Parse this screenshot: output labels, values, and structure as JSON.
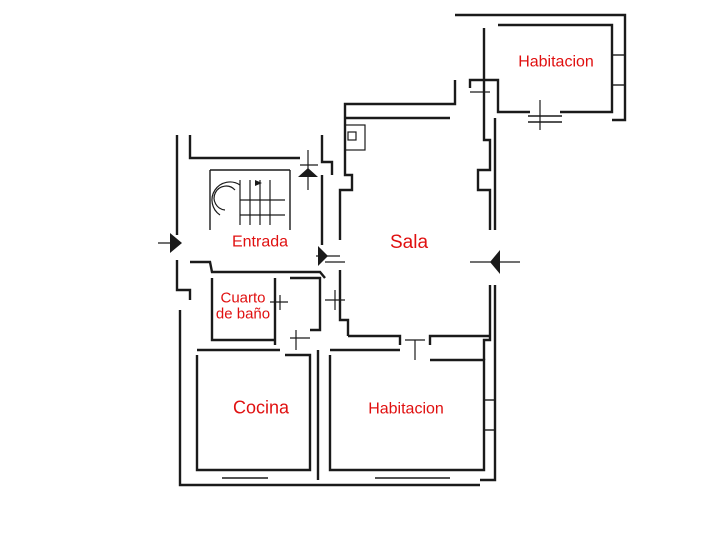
{
  "rooms": {
    "habitacion_top": "Habitacion",
    "entrada": "Entrada",
    "sala": "Sala",
    "cuarto_de_bano": "Cuarto de baño",
    "cocina": "Cocina",
    "habitacion_bottom": "Habitacion"
  },
  "colors": {
    "label": "#e01010",
    "walls": "#1a1a1a",
    "background": "#ffffff"
  },
  "icons": [
    "entry-arrow-icon",
    "staircase-icon",
    "fireplace-icon",
    "window-icon"
  ]
}
